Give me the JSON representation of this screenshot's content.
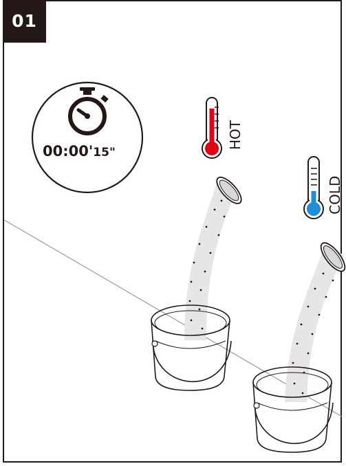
{
  "step": {
    "number": "01"
  },
  "timer": {
    "icon": "stopwatch-icon",
    "main": "00:00'",
    "seconds": "15\""
  },
  "hot": {
    "label": "HOT",
    "icon": "thermometer-hot-icon",
    "color": "#e60012"
  },
  "cold": {
    "label": "COLD",
    "icon": "thermometer-cold-icon",
    "color": "#1d8fd6"
  }
}
